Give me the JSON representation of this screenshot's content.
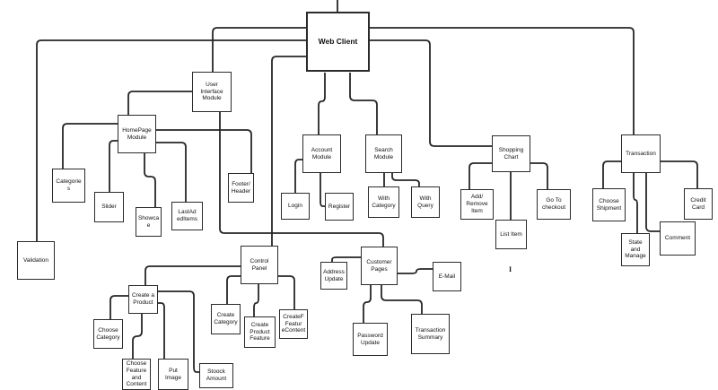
{
  "diagram": {
    "title": "Web Client module tree diagram",
    "nodes": {
      "web_client": "Web Client",
      "user_interface_module": "User\nInterface\nModule",
      "homepage_module": "HomePage\nModule",
      "categories": "Categorie\ns",
      "slider": "Slider",
      "showcase": "Showca\ne",
      "last_added_items": "LastAd\nedItems",
      "validation": "Validation",
      "footer_header": "Footer/\nHeader",
      "account_module": "Account\nModule",
      "login": "Login",
      "register": "Register",
      "search_module": "Search\nModule",
      "with_category": "With\nCategory",
      "with_query": "With\nQuery",
      "shopping_chart": "Shopping\nChart",
      "add_remove_item": "Add/\nRemove\nItem",
      "list_item": "List Item",
      "go_to_checkout": "Go To\ncheckout",
      "transaction": "Transaction",
      "choose_shipment": "Choose\nShipment",
      "credit_card": "Credit\nCard",
      "state_and_manage": "State\nand\nManage",
      "comment": "Comment",
      "control_panel": "Control\nPanel",
      "create_a_product": "Create a\nProduct",
      "choose_category": "Choose\nCategory",
      "choose_feature_and_content": "Choose\nFeature\nand\nContent",
      "put_image": "Put\nImage",
      "stoock_amount": "Stoock\nAmount",
      "create_category": "Create\nCategory",
      "create_feature_content": "CreateF\nFeatur\neContent",
      "create_product_feature": "Create\nProduct\nFeature",
      "address_update": "Address\nUpdate",
      "customer_pages": "Customer\nPages",
      "email": "E-Mail",
      "password_update": "Password\nUpdate",
      "transaction_summary": "Transaction\nSummary",
      "stray_mark": "I"
    },
    "line_color": "#262626"
  }
}
